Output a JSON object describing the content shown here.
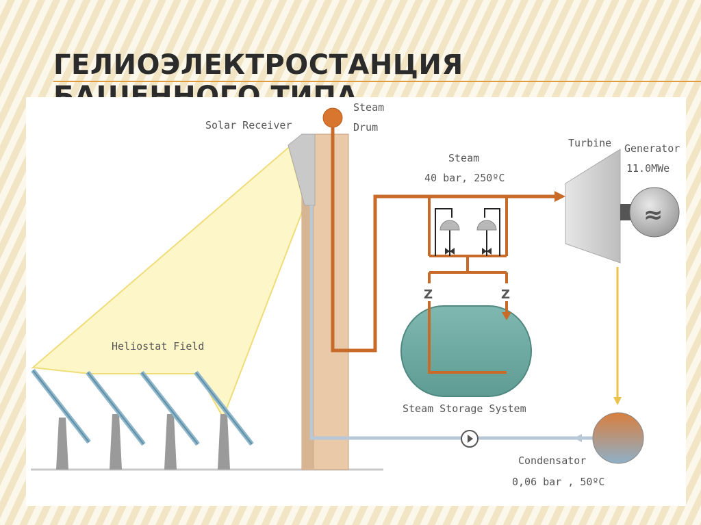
{
  "slide": {
    "title": "ГЕЛИОЭЛЕКТРОСТАНЦИЯ БАШЕННОГО ТИПА"
  },
  "diagram": {
    "labels": {
      "solar_receiver": "Solar Receiver",
      "steam_drum_1": "Steam",
      "steam_drum_2": "Drum",
      "steam_1": "Steam",
      "steam_2": "40 bar, 250ºC",
      "turbine": "Turbine",
      "generator_1": "Generator",
      "generator_2": "11.0MWe",
      "heliostat_field": "Heliostat Field",
      "steam_storage": "Steam Storage System",
      "condensator_1": "Condensator",
      "condensator_2": "0,06 bar , 50ºC",
      "valve_z": "Z",
      "generator_symbol": "≈"
    },
    "colors": {
      "steam_pipe": "#c86a28",
      "water_pipe": "#b9c8d6",
      "beam": "#fdf6c8",
      "tower": "#e9c9a8",
      "storage_tank": "#6aa8a0",
      "condenser_warm": "#d87e3e",
      "condenser_cool": "#8fb0c8",
      "yellow_line": "#e8c24a"
    }
  }
}
